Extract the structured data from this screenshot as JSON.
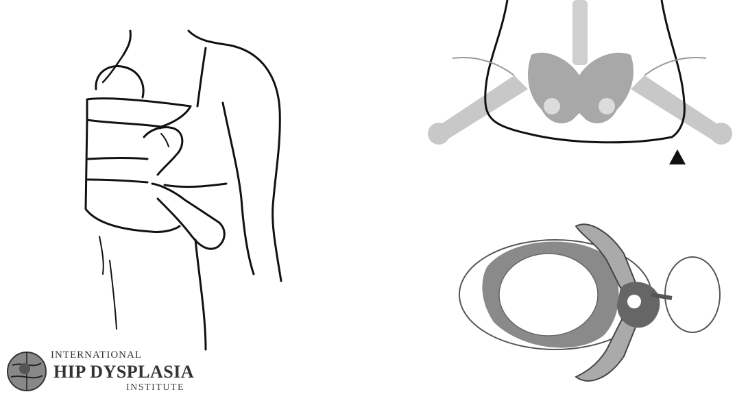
{
  "logo": {
    "line1": "INTERNATIONAL",
    "line2": "HIP DYSPLASIA",
    "line3": "INSTITUTE"
  },
  "illustrations": {
    "carrier": "baby-carrier-illustration",
    "pelvis": "pelvis-xray-illustration",
    "hips": "hip-top-view-illustration"
  },
  "colors": {
    "line": "#111111",
    "bone_light": "#c4c4c4",
    "bone_mid": "#a6a6a6",
    "bone_dark": "#555555"
  }
}
